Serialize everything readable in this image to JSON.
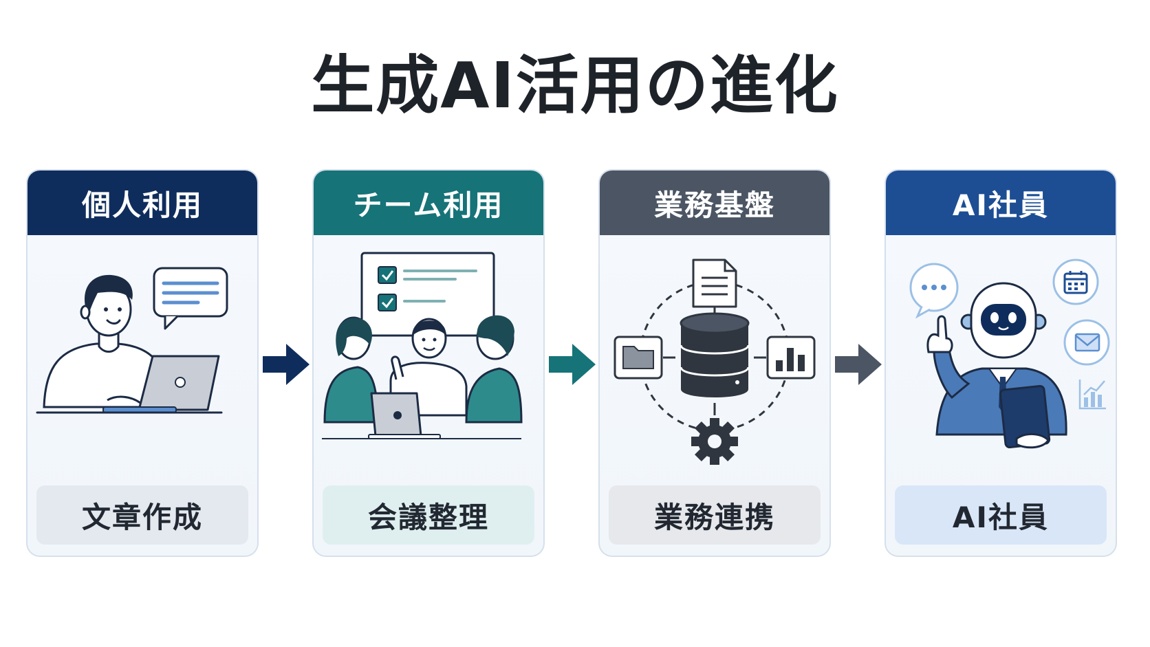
{
  "title": "生成AI活用の進化",
  "stages": [
    {
      "header": "個人利用",
      "footer": "文章作成",
      "header_color": "#0f2d5c",
      "footer_bg": "#e4e9f0"
    },
    {
      "header": "チーム利用",
      "footer": "会議整理",
      "header_color": "#167378",
      "footer_bg": "#dfeff0"
    },
    {
      "header": "業務基盤",
      "footer": "業務連携",
      "header_color": "#4b5563",
      "footer_bg": "#e6e8ec"
    },
    {
      "header": "AI社員",
      "footer": "AI社員",
      "header_color": "#1d4e94",
      "footer_bg": "#d8e6f8"
    }
  ],
  "arrow_colors": [
    "#0f2d5c",
    "#167378",
    "#4b5563"
  ],
  "icons": [
    "person-laptop-icon",
    "team-meeting-icon",
    "database-network-icon",
    "ai-robot-employee-icon"
  ]
}
